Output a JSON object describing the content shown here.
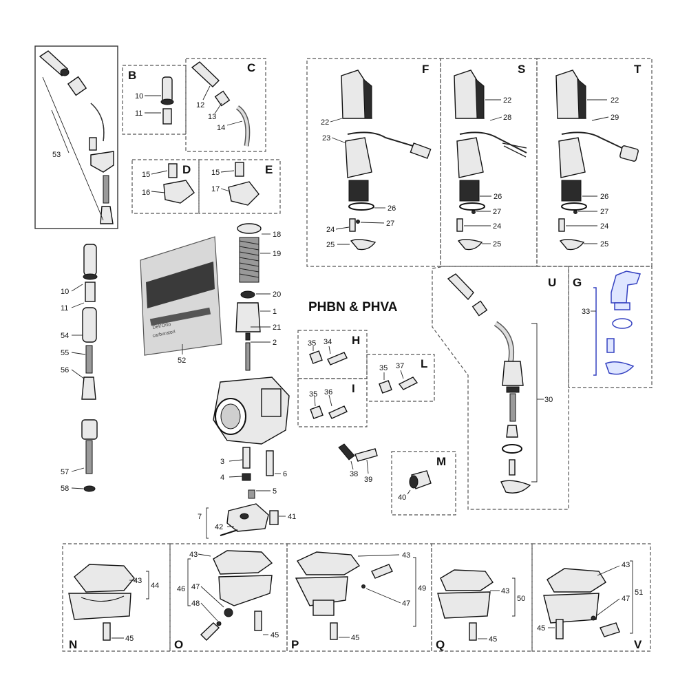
{
  "title": "PHBN & PHVA",
  "kit_letters": [
    "B",
    "C",
    "D",
    "E",
    "F",
    "S",
    "T",
    "U",
    "G",
    "H",
    "L",
    "I",
    "M",
    "N",
    "O",
    "P",
    "Q",
    "V"
  ],
  "part_numbers": {
    "p53": "53",
    "p10a": "10",
    "p11a": "11",
    "p12": "12",
    "p13": "13",
    "p14": "14",
    "p15a": "15",
    "p16": "16",
    "p15b": "15",
    "p17": "17",
    "p10b": "10",
    "p11b": "11",
    "p54": "54",
    "p55": "55",
    "p56": "56",
    "p57": "57",
    "p58": "58",
    "p52": "52",
    "p18": "18",
    "p19": "19",
    "p20": "20",
    "p1": "1",
    "p21": "21",
    "p2": "2",
    "p3": "3",
    "p4": "4",
    "p5": "5",
    "p6": "6",
    "p7": "7",
    "p41": "41",
    "p42": "42",
    "F22": "22",
    "F23": "23",
    "F26": "26",
    "F27": "27",
    "F24": "24",
    "F25": "25",
    "S22": "22",
    "S28": "28",
    "S26": "26",
    "S27": "27",
    "S24": "24",
    "S25": "25",
    "T22": "22",
    "T29": "29",
    "T26": "26",
    "T27": "27",
    "T24": "24",
    "T25": "25",
    "p30": "30",
    "p33": "33",
    "H35": "35",
    "H34": "34",
    "L35": "35",
    "L37": "37",
    "I35": "35",
    "I36": "36",
    "p38": "38",
    "p39": "39",
    "p40": "40",
    "N43": "43",
    "N44": "44",
    "N45": "45",
    "O43": "43",
    "O46": "46",
    "O47": "47",
    "O48": "48",
    "O45": "45",
    "P43": "43",
    "P49": "49",
    "P47": "47",
    "P45": "45",
    "Q43": "43",
    "Q50": "50",
    "Q45": "45",
    "V43": "43",
    "V51": "51",
    "V47": "47",
    "V45": "45"
  },
  "bag_text": [
    "Dell'Orto",
    "carburatori"
  ],
  "colors": {
    "highlight": "#3340c0",
    "ink": "#111111",
    "frame": "#555555"
  }
}
